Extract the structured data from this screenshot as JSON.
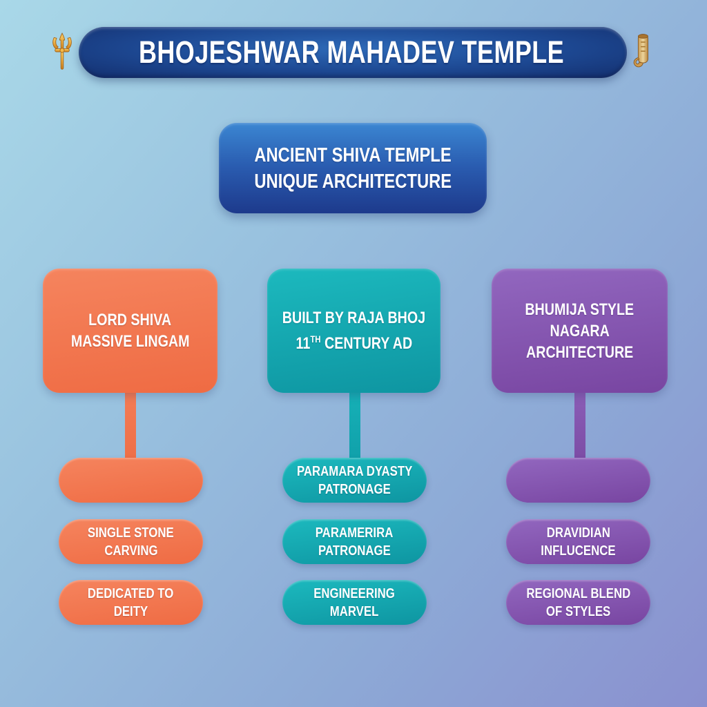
{
  "banner": {
    "title": "BHOJESHWAR MAHADEV TEMPLE",
    "left_icon": "trident-icon",
    "right_icon": "scroll-icon"
  },
  "root_box": {
    "line1": "ANCIENT SHIVA TEMPLE",
    "line2": "UNIQUE ARCHITECTURE"
  },
  "columns": [
    {
      "name": "lord-shiva",
      "accent_color": "#ef6b43",
      "header": {
        "line1": "LORD SHIVA",
        "line2": "MASSIVE LINGAM"
      },
      "pills": [
        {
          "line1": "",
          "line2": ""
        },
        {
          "line1": "SINGLE STONE",
          "line2": "CARVING"
        },
        {
          "line1": "DEDICATED TO",
          "line2": "DEITY"
        }
      ]
    },
    {
      "name": "raja-bhoj",
      "accent_color": "#0e95a1",
      "header": {
        "line1": "BUILT BY RAJA BHOJ",
        "line2_pre": "11",
        "line2_sup": "TH",
        "line2_post": " CENTURY AD"
      },
      "pills": [
        {
          "line1": "PARAMARA DYASTY",
          "line2": "PATRONAGE"
        },
        {
          "line1": "PARAMERIRA",
          "line2": "PATRONAGE"
        },
        {
          "line1": "ENGINEERING",
          "line2": "MARVEL"
        }
      ]
    },
    {
      "name": "bhumija-style",
      "accent_color": "#7845a1",
      "header": {
        "line1": "BHUMIJA STYLE",
        "line2": "NAGARA",
        "line3": "ARCHITECTURE"
      },
      "pills": [
        {
          "line1": "",
          "line2": ""
        },
        {
          "line1": "DRAVIDIAN",
          "line2": "INFLUCENCE"
        },
        {
          "line1": "REGIONAL BLEND",
          "line2": "OF STYLES"
        }
      ]
    }
  ],
  "palette": {
    "background_top_left": "#a9d8e8",
    "background_bottom_right": "#8a90cf",
    "banner_blue_center": "#2e6ab8",
    "banner_blue_edge": "#132e6d",
    "root_blue_top": "#3b86d2",
    "root_blue_bottom": "#1d3a8c",
    "orange": "#ef6b43",
    "teal": "#0e95a1",
    "purple": "#7845a1",
    "text": "#ffffff",
    "trident_gold": "#e8a93e",
    "scroll_tan": "#d9b26a"
  }
}
